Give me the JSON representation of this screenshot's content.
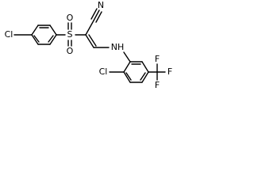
{
  "diagram_type": "chemical-structure",
  "atoms": {
    "cl_left": "Cl",
    "s": "S",
    "o_top": "O",
    "o_bottom": "O",
    "n_nitrile": "N",
    "nh": "NH",
    "cl_right": "Cl",
    "f1": "F",
    "f2": "F",
    "f3": "F"
  },
  "colors": {
    "bond": "#000000",
    "text": "#000000",
    "background": "#ffffff"
  }
}
